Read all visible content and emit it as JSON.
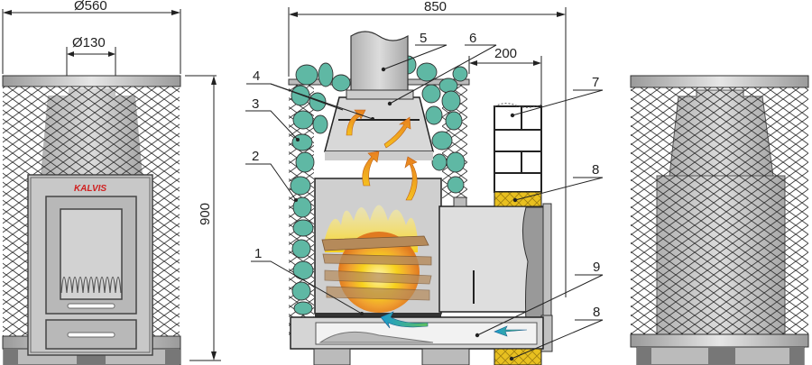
{
  "dimensions": {
    "top_diameter": "Ø560",
    "chimney_diameter": "Ø130",
    "total_width": "850",
    "wall_distance": "200",
    "height": "900"
  },
  "brand": "KALVIS",
  "callouts": [
    {
      "id": "1",
      "label": "1"
    },
    {
      "id": "2",
      "label": "2"
    },
    {
      "id": "3",
      "label": "3"
    },
    {
      "id": "4",
      "label": "4"
    },
    {
      "id": "5",
      "label": "5"
    },
    {
      "id": "6",
      "label": "6"
    },
    {
      "id": "7",
      "label": "7"
    },
    {
      "id": "8a",
      "label": "8"
    },
    {
      "id": "8b",
      "label": "8"
    },
    {
      "id": "9",
      "label": "9"
    }
  ],
  "colors": {
    "stone": "#5fb8a4",
    "flame": "#f5d020",
    "ember": "#e88a2a",
    "wood": "#b58a5a",
    "insulation": "#e8c020",
    "air_arrow": "#1aa0d0",
    "steel": "#c8c8c8",
    "brand_red": "#d02020"
  }
}
